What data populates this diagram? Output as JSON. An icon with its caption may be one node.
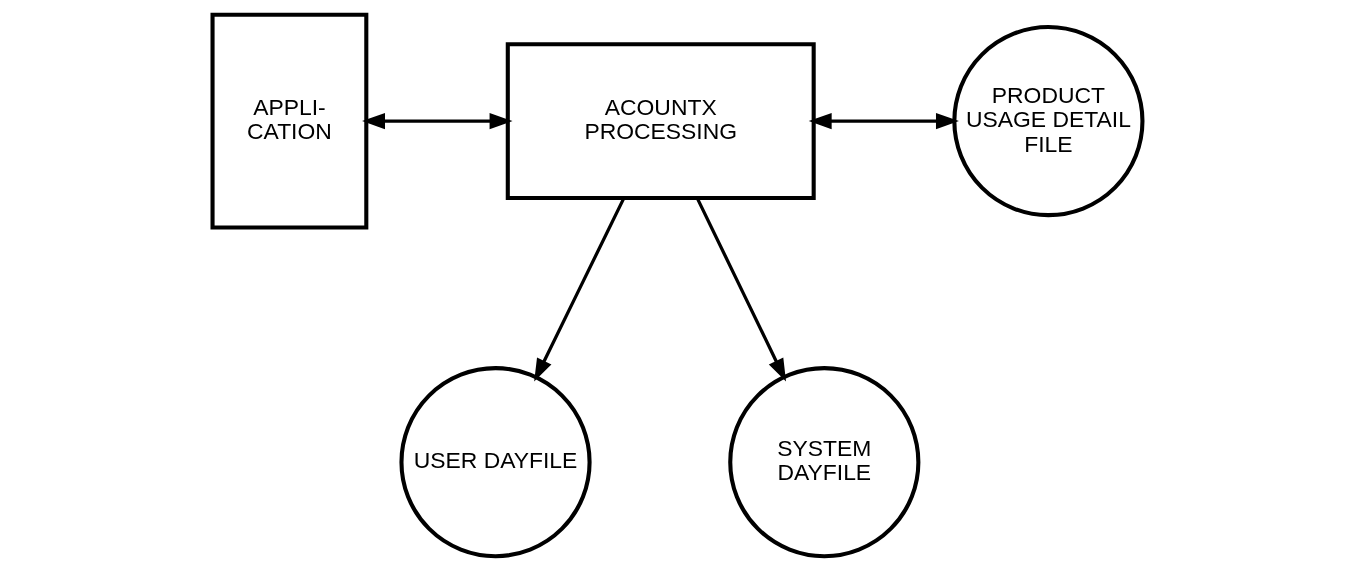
{
  "diagram": {
    "nodes": [
      {
        "text": [
          "APPLI- CATION"
        ]
      },
      {
        "text": [
          "ACOUNTX PROCESSING"
        ]
      },
      {
        "text": [
          "PRODUCT USAGE DETAIL FILE"
        ]
      },
      {
        "text": [
          "USER DAYFILE"
        ]
      },
      {
        "text": [
          "SYSTEM DAYFILE"
        ]
      }
    ],
    "edges": [
      {
        "from": 0,
        "to": 1,
        "arrow": "both"
      },
      {
        "from": 1,
        "to": 2,
        "arrow": "both"
      },
      {
        "from": 1,
        "to": 3,
        "arrow": "to"
      },
      {
        "from": 1,
        "to": 4,
        "arrow": "to"
      }
    ]
  }
}
